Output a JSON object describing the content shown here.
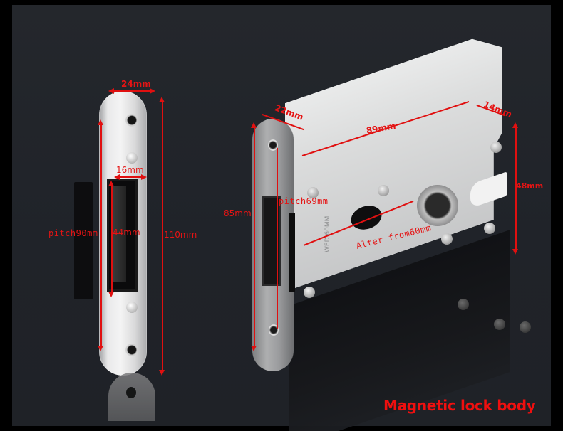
{
  "product": {
    "caption": "Magnetic lock body",
    "caption_color": "#ef0f0f",
    "annotation_color": "#e51414",
    "background_color": "#222529"
  },
  "strike_plate": {
    "width_label": "24mm",
    "window_width_label": "16mm",
    "window_height_label": "44mm",
    "pitch_label": "pitch90mm",
    "height_label": "110mm"
  },
  "lock_body": {
    "faceplate_width_label": "22mm",
    "length_label": "89mm",
    "depth_label": "14mm",
    "body_height_label": "48mm",
    "faceplate_height_label": "85mm",
    "pitch_label": "pitch69mm",
    "backset_label": "Alter from60mm",
    "engraving": "WED 60MM"
  }
}
